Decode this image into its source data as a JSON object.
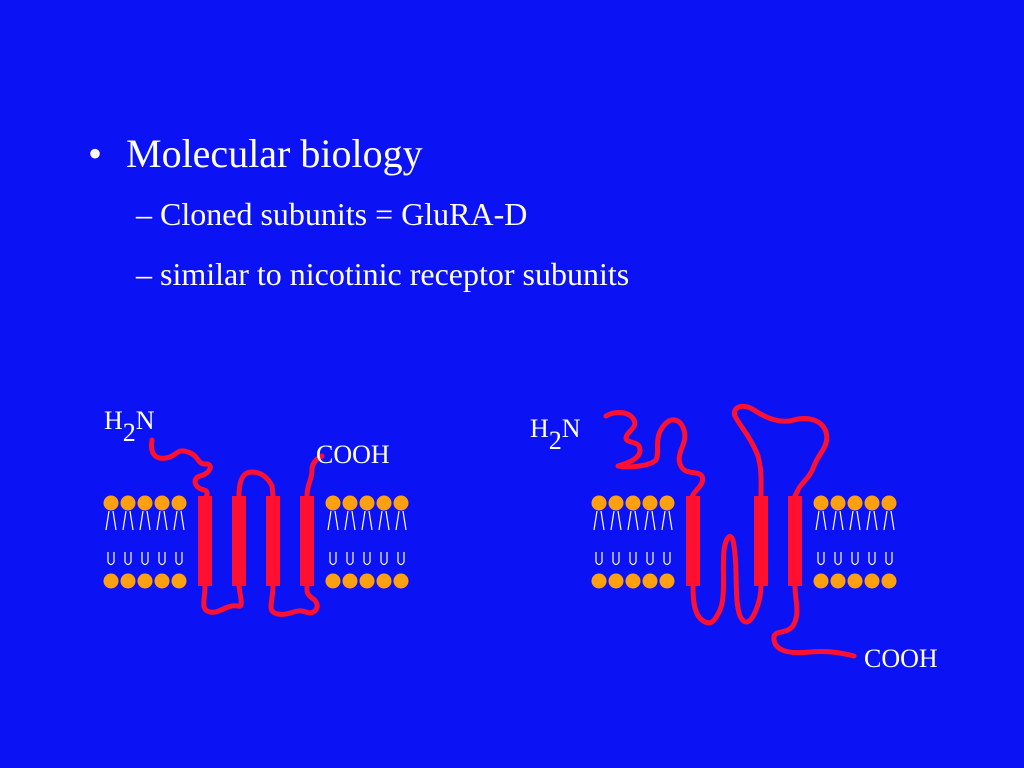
{
  "slide": {
    "bullets": [
      {
        "text": "Molecular biology",
        "subs": [
          "Cloned subunits = GluRA-D",
          "similar to nicotinic receptor subunits"
        ]
      }
    ],
    "bullet_marker": "•",
    "sub_marker": "–"
  },
  "diagram": {
    "left": {
      "n_terminus_h": "H",
      "n_terminus_sub": "2",
      "n_terminus_n": "N",
      "c_terminus": "COOH"
    },
    "right": {
      "n_terminus_h": "H",
      "n_terminus_sub": "2",
      "n_terminus_n": "N",
      "c_terminus": "COOH"
    }
  },
  "colors": {
    "background": "#0b13f5",
    "protein": "#ff1030",
    "lipid_head": "#ffa010",
    "lipid_tail": "#ffffff"
  }
}
